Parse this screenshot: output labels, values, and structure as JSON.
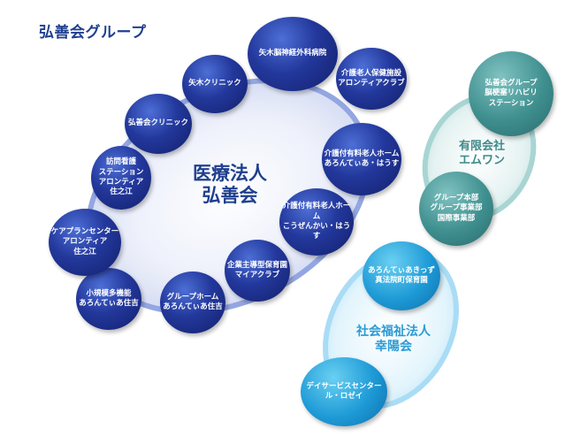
{
  "title": "弘善会グループ",
  "groups": {
    "main": {
      "label": "医療法人\n弘善会",
      "color": "#1f3f8f",
      "nodes": [
        {
          "id": "yagi-neuro",
          "label": "矢木脳神経外科病院"
        },
        {
          "id": "care-frontier",
          "label": "介護老人保健施設\nアロンティアクラブ"
        },
        {
          "id": "arontei-house",
          "label": "介護付有料老人ホーム\nあろんてぃあ・はうす"
        },
        {
          "id": "kozenkai-house",
          "label": "介護付有料老人ホーム\nこうぜんかい・はうす"
        },
        {
          "id": "my-club",
          "label": "企業主導型保育園\nマイアクラブ"
        },
        {
          "id": "group-home",
          "label": "グループホーム\nあろんてぃあ住吉"
        },
        {
          "id": "small-multi",
          "label": "小規模多機能\nあろんてぃあ住吉"
        },
        {
          "id": "care-plan",
          "label": "ケアプランセンター\nアロンティア\n住之江"
        },
        {
          "id": "visit-nursing",
          "label": "訪問看護\nステーション\nアロンティア\n住之江"
        },
        {
          "id": "kozenkai-clinic",
          "label": "弘善会クリニック"
        },
        {
          "id": "yagi-clinic",
          "label": "矢木クリニック"
        }
      ]
    },
    "emuwan": {
      "label": "有限会社\nエムワン",
      "color": "#3f8a8a",
      "nodes": [
        {
          "id": "rehab",
          "label": "弘善会グループ\n脳梗塞リハビリ\nステーション"
        },
        {
          "id": "hq",
          "label": "グループ本部\nグループ事業部\n国際事業部"
        }
      ]
    },
    "koyokai": {
      "label": "社会福祉法人\n幸陽会",
      "color": "#2a9bd4",
      "nodes": [
        {
          "id": "nursery",
          "label": "あろんてぃあきっず\n真法院町保育園"
        },
        {
          "id": "day-service",
          "label": "デイサービスセンター\nル・ロゼイ"
        }
      ]
    }
  }
}
